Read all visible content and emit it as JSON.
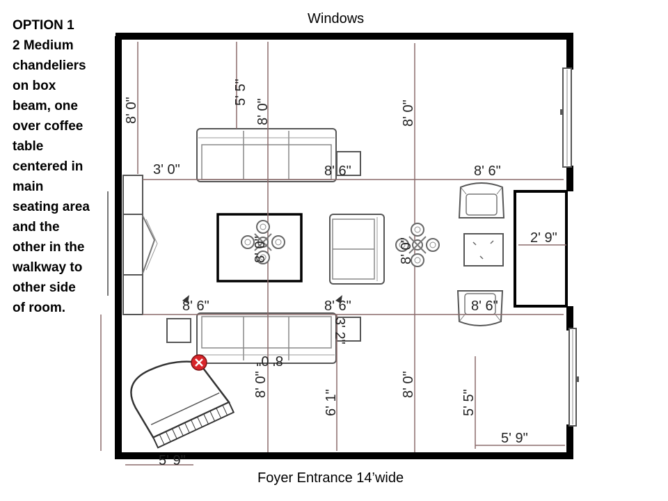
{
  "option": {
    "lines": [
      "OPTION 1",
      "2 Medium",
      "chandeliers",
      "on box",
      "beam, one",
      "over coffee",
      "table",
      "centered in",
      "main",
      "seating area",
      "and the",
      "other in the",
      "walkway to",
      "other side",
      "of room."
    ]
  },
  "captions": {
    "top": "Windows",
    "bottom": "Foyer Entrance 14’wide"
  },
  "dimensions": {
    "d8_0": "8' 0\"",
    "d5_5": "5' 5\"",
    "d3_0": "3' 0\"",
    "d8_6": "8' 6\"",
    "d8_6_top": "8' 6\"",
    "d2_9": "2' 9\"",
    "d3_2": "3' 2\"",
    "d6_1": "6' 1\"",
    "d5_9": "5' 9\""
  },
  "colors": {
    "wall": "#000000",
    "dimension": "#8b6b6b",
    "furniture": "#555555",
    "marker": "#d8252a"
  },
  "icons": [
    "chandelier-icon",
    "marker-x-icon",
    "piano-icon",
    "sofa-icon",
    "chair-icon"
  ]
}
